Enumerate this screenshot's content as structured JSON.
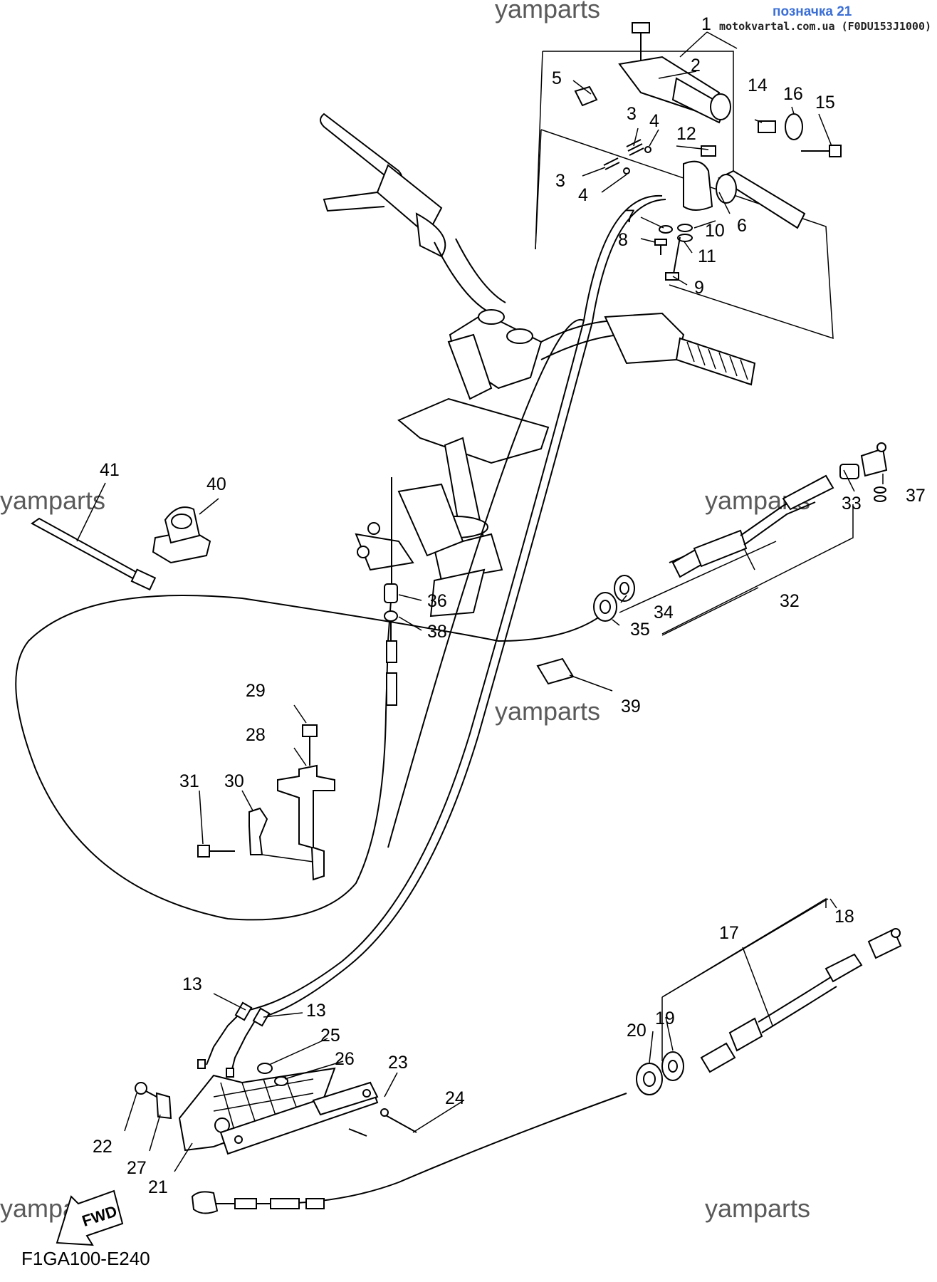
{
  "header": {
    "badge": "позначка 21",
    "site": "motokvartal.com.ua (F0DU153J1000)"
  },
  "watermarks": [
    "yamparts",
    "yamparts",
    "yamparts",
    "yamparts",
    "yamparts",
    "yamparts"
  ],
  "figure_code": "F1GA100-E240",
  "fwd_label": "FWD",
  "callouts": [
    "1",
    "2",
    "3",
    "4",
    "5",
    "3",
    "4",
    "12",
    "14",
    "16",
    "15",
    "7",
    "10",
    "6",
    "8",
    "11",
    "9",
    "41",
    "40",
    "33",
    "37",
    "36",
    "34",
    "32",
    "35",
    "38",
    "39",
    "29",
    "28",
    "31",
    "30",
    "18",
    "17",
    "13",
    "13",
    "25",
    "26",
    "23",
    "20",
    "19",
    "24",
    "22",
    "27",
    "21"
  ]
}
